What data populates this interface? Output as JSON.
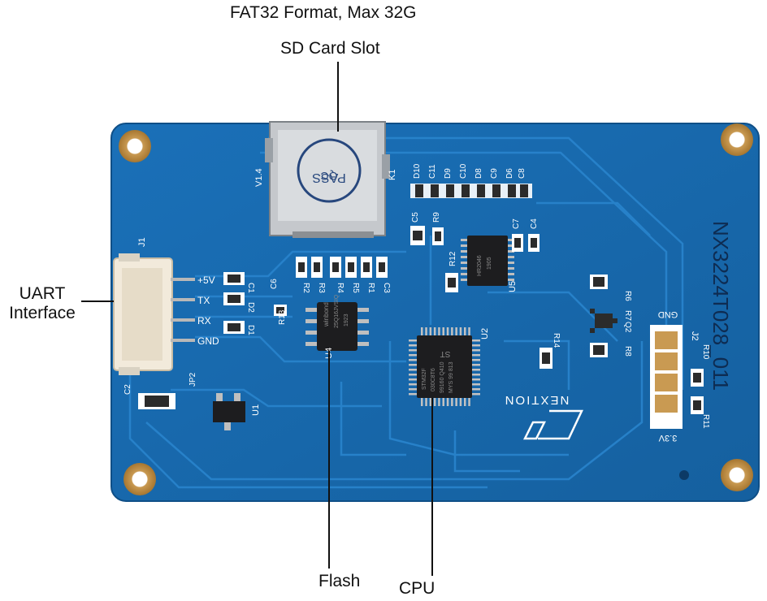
{
  "labels": {
    "fat32": "FAT32 Format, Max 32G",
    "sd_slot": "SD Card Slot",
    "uart": "UART Interface",
    "flash": "Flash",
    "cpu": "CPU"
  },
  "board": {
    "model": "NX3224T028_011",
    "brand": "NEXTION",
    "header_id": "J1",
    "pins": [
      "+5V",
      "TX",
      "RX",
      "GND"
    ],
    "pin_diodes": [
      "C1",
      "D2",
      "D1"
    ],
    "right_header": "J2",
    "right_header_top": "GND",
    "right_header_bottom": "3.3V",
    "sd_version": "V1.4",
    "sd_id": "K1",
    "cpu_chip": "U2",
    "cpu_marking": [
      "STM32F",
      "030C8T6",
      "99160 Q410",
      "MYS 99 813"
    ],
    "cpu_brand": "ST",
    "flash_chip": "U4",
    "flash_marking": [
      "winbond",
      "25Q16JVSIQ",
      "1923"
    ],
    "u5_chip": "U5",
    "u5_marking": [
      "HR2046",
      "1905"
    ],
    "u1_chip": "U1",
    "jp2": "JP2",
    "q2": "Q2",
    "cap_row": [
      "D10",
      "C11",
      "D9",
      "C10",
      "D8",
      "C9",
      "D6",
      "C8"
    ],
    "resistors": [
      "R2",
      "R3",
      "R4",
      "R5",
      "R1",
      "C3",
      "R13",
      "R12",
      "R9",
      "C5",
      "C7",
      "C4",
      "R7",
      "R6",
      "R8",
      "R14",
      "R10",
      "R11",
      "C2",
      "C6"
    ]
  }
}
